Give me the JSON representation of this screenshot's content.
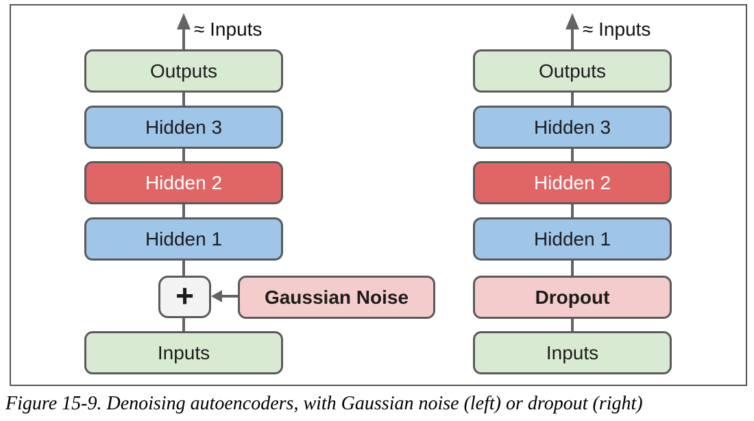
{
  "caption": "Figure 15-9. Denoising autoencoders, with Gaussian noise (left) or dropout (right)",
  "colors": {
    "box_border": "#5a5a5a",
    "connector_gray": "#646464",
    "frame_border": "#555555",
    "layer_green": "#d9ead3",
    "layer_blue": "#9fc5e8",
    "layer_red": "#e06666",
    "noise_pink": "#f4cccc",
    "plus_box_bg": "#f3f3f3",
    "text_dark": "#1c1c1c",
    "text_white": "#ffffff"
  },
  "left_diagram": {
    "top_label": "≈ Inputs",
    "layers": [
      {
        "label": "Outputs",
        "color": "green"
      },
      {
        "label": "Hidden 3",
        "color": "blue"
      },
      {
        "label": "Hidden 2",
        "color": "red"
      },
      {
        "label": "Hidden 1",
        "color": "blue"
      }
    ],
    "plus_label": "+",
    "noise_label": "Gaussian Noise",
    "inputs_label": "Inputs"
  },
  "right_diagram": {
    "top_label": "≈ Inputs",
    "layers": [
      {
        "label": "Outputs",
        "color": "green"
      },
      {
        "label": "Hidden 3",
        "color": "blue"
      },
      {
        "label": "Hidden 2",
        "color": "red"
      },
      {
        "label": "Hidden 1",
        "color": "blue"
      }
    ],
    "noise_label": "Dropout",
    "inputs_label": "Inputs"
  }
}
